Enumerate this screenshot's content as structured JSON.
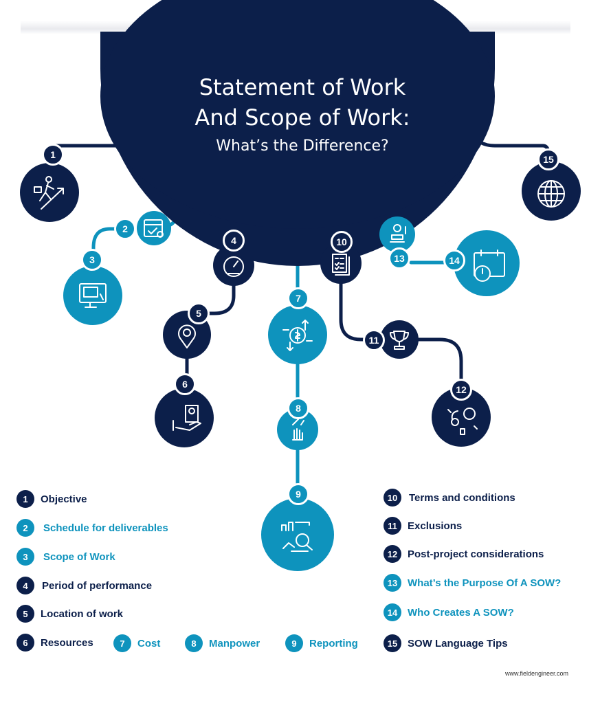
{
  "title": {
    "line1": "Statement of Work",
    "line2": "And Scope of Work:",
    "line3": "What’s the Difference?"
  },
  "colors": {
    "navy": "#0c1f4a",
    "teal": "#0e93bd",
    "white": "#ffffff"
  },
  "nodes": [
    {
      "num": "1",
      "label": "Objective",
      "color": "navy",
      "icon": "businessman-climbing-growth-icon"
    },
    {
      "num": "2",
      "label": "Schedule for deliverables",
      "color": "teal",
      "icon": "calendar-check-icon"
    },
    {
      "num": "3",
      "label": "Scope of Work",
      "color": "teal",
      "icon": "monitor-click-icon"
    },
    {
      "num": "4",
      "label": "Period of performance",
      "color": "navy",
      "icon": "speedometer-icon"
    },
    {
      "num": "5",
      "label": "Location of work",
      "color": "navy",
      "icon": "location-pin-icon"
    },
    {
      "num": "6",
      "label": "Resources",
      "color": "navy",
      "icon": "hand-documents-icon"
    },
    {
      "num": "7",
      "label": "Cost",
      "color": "teal",
      "icon": "money-exchange-icon"
    },
    {
      "num": "8",
      "label": "Manpower",
      "color": "teal",
      "icon": "hand-gesture-icon"
    },
    {
      "num": "9",
      "label": "Reporting",
      "color": "teal",
      "icon": "report-analysis-icon"
    },
    {
      "num": "10",
      "label": "Terms and conditions",
      "color": "navy",
      "icon": "checklist-document-icon"
    },
    {
      "num": "11",
      "label": "Exclusions",
      "color": "navy",
      "icon": "trophy-icon"
    },
    {
      "num": "12",
      "label": "Post-project considerations",
      "color": "navy",
      "icon": "lightbulb-gears-icon"
    },
    {
      "num": "13",
      "label": "What’s the Purpose Of A SOW?",
      "color": "teal",
      "icon": "person-laptop-icon"
    },
    {
      "num": "14",
      "label": "Who Creates A SOW?",
      "color": "teal",
      "icon": "calendar-clock-icon"
    },
    {
      "num": "15",
      "label": "SOW Language Tips",
      "color": "navy",
      "icon": "globe-icon"
    }
  ],
  "footer": {
    "url": "www.fieldengineer.com"
  }
}
